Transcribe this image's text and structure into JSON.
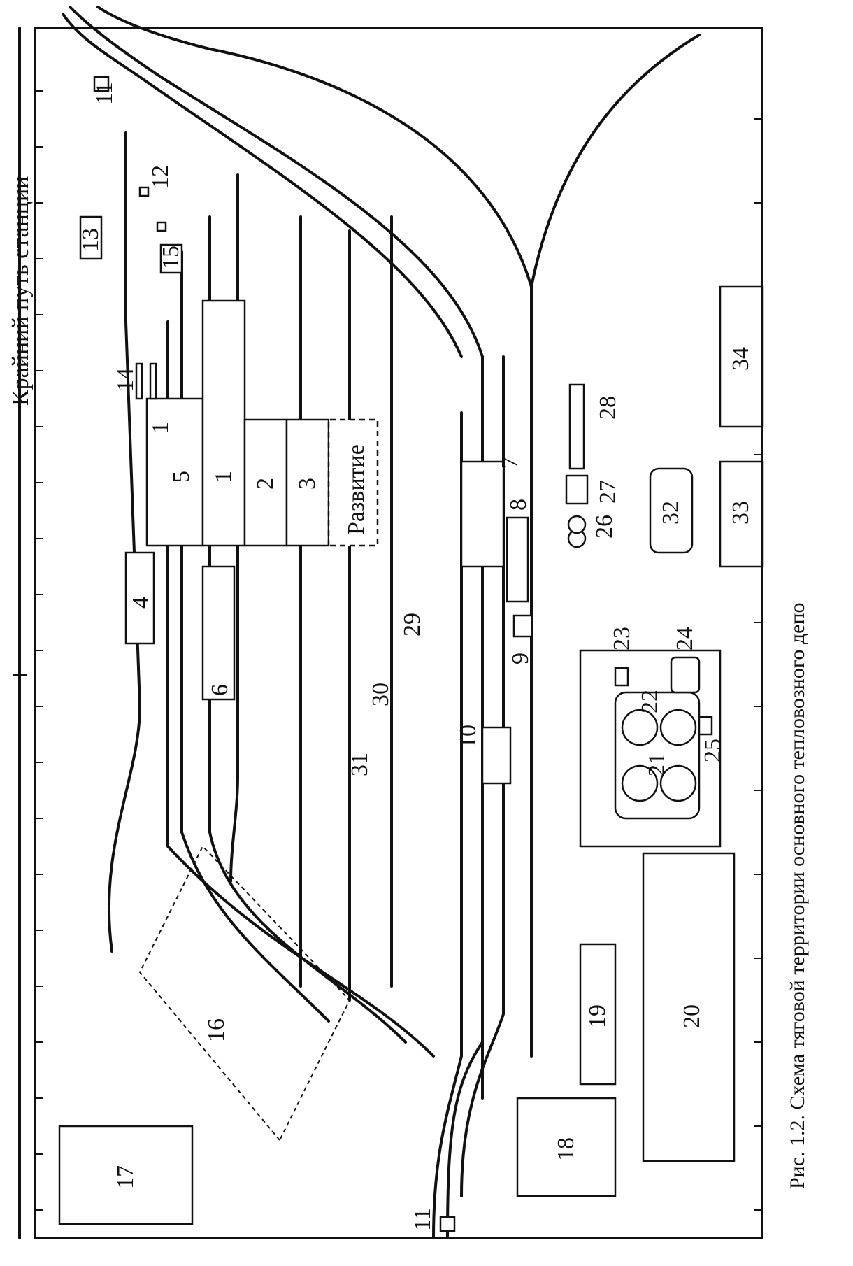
{
  "station_track_label": "Крайний путь станции",
  "caption": "Рис. 1.2. Схема тяговой территории основного тепловозного депо",
  "development_label": "Развитие",
  "labels": {
    "n1a": "1",
    "n1b": "1",
    "n2": "2",
    "n3": "3",
    "n4": "4",
    "n5": "5",
    "n6": "6",
    "n7": "7",
    "n8": "8",
    "n9": "9",
    "n10": "10",
    "n11a": "11",
    "n11b": "11",
    "n12": "12",
    "n13": "13",
    "n14": "14",
    "n15": "15",
    "n16": "16",
    "n17": "17",
    "n18": "18",
    "n19": "19",
    "n20": "20",
    "n21": "21",
    "n22": "22",
    "n23": "23",
    "n24": "24",
    "n25": "25",
    "n26": "26",
    "n27": "27",
    "n28": "28",
    "n29": "29",
    "n30": "30",
    "n31": "31",
    "n32": "32",
    "n33": "33",
    "n34": "34"
  }
}
